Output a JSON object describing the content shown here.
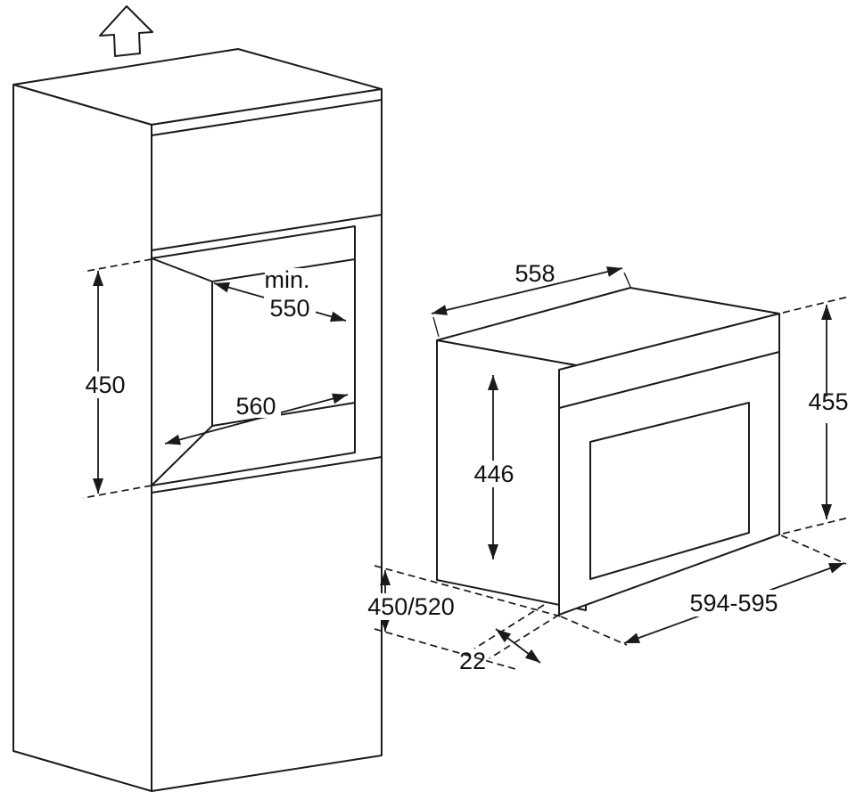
{
  "diagram": {
    "subject": "built-in oven installation dimensions",
    "units": "mm",
    "labels": {
      "niche_height": "450",
      "min_prefix": "min.",
      "min_value": "550",
      "niche_width": "560",
      "cabinet_depth": "450/520",
      "oven_depth": "558",
      "oven_body_height": "446",
      "oven_front_height": "455",
      "oven_front_width": "594-595",
      "door_overhang": "22"
    },
    "colors": {
      "line": "#1a1a1a",
      "background": "#ffffff"
    }
  }
}
